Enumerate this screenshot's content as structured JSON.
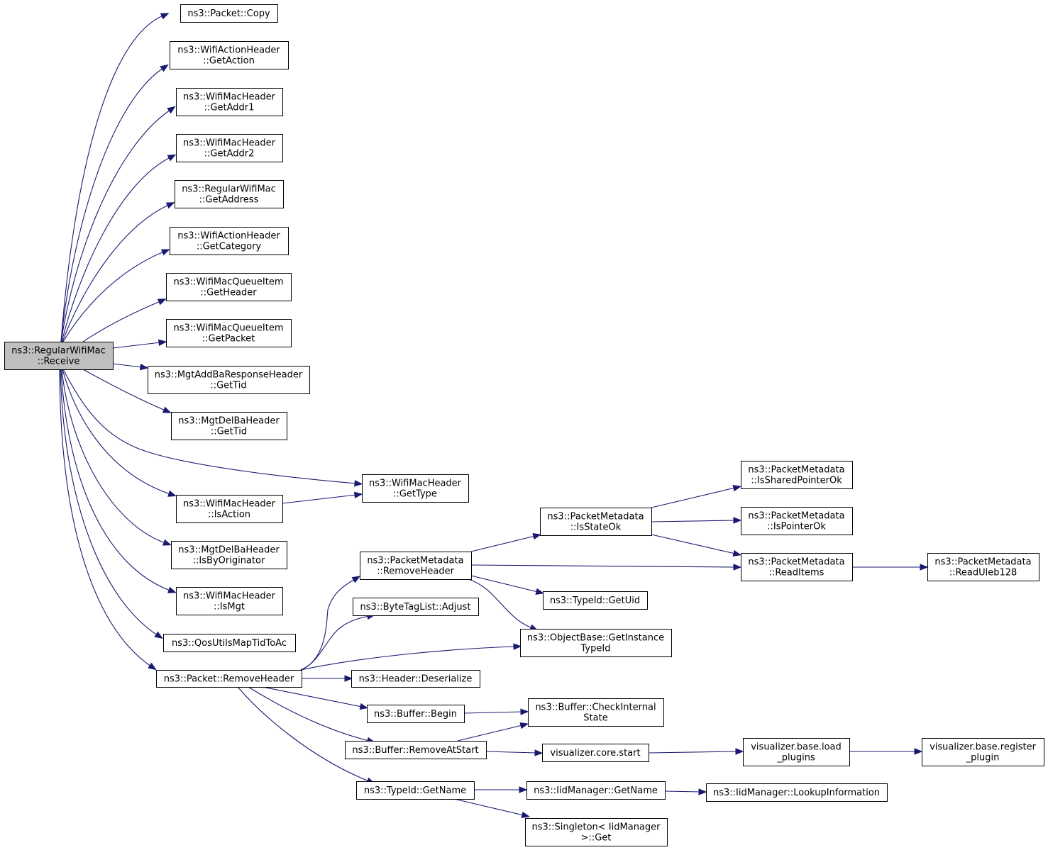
{
  "graph": {
    "edge_color": "#191970",
    "root_fill": "#bfbfbf",
    "nodes": [
      {
        "id": "receive",
        "lines": [
          "ns3::RegularWifiMac",
          "::Receive"
        ],
        "root": true
      },
      {
        "id": "copy",
        "lines": [
          "ns3::Packet::Copy"
        ]
      },
      {
        "id": "getaction",
        "lines": [
          "ns3::WifiActionHeader",
          "::GetAction"
        ]
      },
      {
        "id": "getaddr1",
        "lines": [
          "ns3::WifiMacHeader",
          "::GetAddr1"
        ]
      },
      {
        "id": "getaddr2",
        "lines": [
          "ns3::WifiMacHeader",
          "::GetAddr2"
        ]
      },
      {
        "id": "getaddress",
        "lines": [
          "ns3::RegularWifiMac",
          "::GetAddress"
        ]
      },
      {
        "id": "getcategory",
        "lines": [
          "ns3::WifiActionHeader",
          "::GetCategory"
        ]
      },
      {
        "id": "getheader",
        "lines": [
          "ns3::WifiMacQueueItem",
          "::GetHeader"
        ]
      },
      {
        "id": "getpacket",
        "lines": [
          "ns3::WifiMacQueueItem",
          "::GetPacket"
        ]
      },
      {
        "id": "gettid_resp",
        "lines": [
          "ns3::MgtAddBaResponseHeader",
          "::GetTid"
        ]
      },
      {
        "id": "gettid_del",
        "lines": [
          "ns3::MgtDelBaHeader",
          "::GetTid"
        ]
      },
      {
        "id": "gettype",
        "lines": [
          "ns3::WifiMacHeader",
          "::GetType"
        ]
      },
      {
        "id": "isaction",
        "lines": [
          "ns3::WifiMacHeader",
          "::IsAction"
        ]
      },
      {
        "id": "isbyoriginator",
        "lines": [
          "ns3::MgtDelBaHeader",
          "::IsByOriginator"
        ]
      },
      {
        "id": "ismgt",
        "lines": [
          "ns3::WifiMacHeader",
          "::IsMgt"
        ]
      },
      {
        "id": "qosmap",
        "lines": [
          "ns3::QosUtilsMapTidToAc"
        ]
      },
      {
        "id": "removeheader",
        "lines": [
          "ns3::Packet::RemoveHeader"
        ]
      },
      {
        "id": "pm_removeheader",
        "lines": [
          "ns3::PacketMetadata",
          "::RemoveHeader"
        ]
      },
      {
        "id": "adjust",
        "lines": [
          "ns3::ByteTagList::Adjust"
        ]
      },
      {
        "id": "getinstancetypeid",
        "lines": [
          "ns3::ObjectBase::GetInstance",
          "TypeId"
        ]
      },
      {
        "id": "deserialize",
        "lines": [
          "ns3::Header::Deserialize"
        ]
      },
      {
        "id": "begin",
        "lines": [
          "ns3::Buffer::Begin"
        ]
      },
      {
        "id": "checkinternal",
        "lines": [
          "ns3::Buffer::CheckInternal",
          "State"
        ]
      },
      {
        "id": "removeatstart",
        "lines": [
          "ns3::Buffer::RemoveAtStart"
        ]
      },
      {
        "id": "vcstart",
        "lines": [
          "visualizer.core.start"
        ]
      },
      {
        "id": "loadplugins",
        "lines": [
          "visualizer.base.load",
          "_plugins"
        ]
      },
      {
        "id": "registerplugin",
        "lines": [
          "visualizer.base.register",
          "_plugin"
        ]
      },
      {
        "id": "tid_getname",
        "lines": [
          "ns3::TypeId::GetName"
        ]
      },
      {
        "id": "iid_getname",
        "lines": [
          "ns3::IidManager::GetName"
        ]
      },
      {
        "id": "lookupinfo",
        "lines": [
          "ns3::IidManager::LookupInformation"
        ]
      },
      {
        "id": "singleton",
        "lines": [
          "ns3::Singleton< IidManager",
          ">::Get"
        ]
      },
      {
        "id": "isstateok",
        "lines": [
          "ns3::PacketMetadata",
          "::IsStateOk"
        ]
      },
      {
        "id": "getuid",
        "lines": [
          "ns3::TypeId::GetUid"
        ]
      },
      {
        "id": "issharedptr",
        "lines": [
          "ns3::PacketMetadata",
          "::IsSharedPointerOk"
        ]
      },
      {
        "id": "isptrok",
        "lines": [
          "ns3::PacketMetadata",
          "::IsPointerOk"
        ]
      },
      {
        "id": "readitems",
        "lines": [
          "ns3::PacketMetadata",
          "::ReadItems"
        ]
      },
      {
        "id": "readuleb",
        "lines": [
          "ns3::PacketMetadata",
          "::ReadUleb128"
        ]
      }
    ],
    "edges": [
      {
        "from": "receive",
        "to": "copy"
      },
      {
        "from": "receive",
        "to": "getaction"
      },
      {
        "from": "receive",
        "to": "getaddr1"
      },
      {
        "from": "receive",
        "to": "getaddr2"
      },
      {
        "from": "receive",
        "to": "getaddress"
      },
      {
        "from": "receive",
        "to": "getcategory"
      },
      {
        "from": "receive",
        "to": "getheader"
      },
      {
        "from": "receive",
        "to": "getpacket"
      },
      {
        "from": "receive",
        "to": "gettid_resp"
      },
      {
        "from": "receive",
        "to": "gettid_del"
      },
      {
        "from": "receive",
        "to": "gettype"
      },
      {
        "from": "receive",
        "to": "isaction"
      },
      {
        "from": "receive",
        "to": "isbyoriginator"
      },
      {
        "from": "receive",
        "to": "ismgt"
      },
      {
        "from": "receive",
        "to": "qosmap"
      },
      {
        "from": "receive",
        "to": "removeheader"
      },
      {
        "from": "isaction",
        "to": "gettype"
      },
      {
        "from": "removeheader",
        "to": "pm_removeheader"
      },
      {
        "from": "removeheader",
        "to": "adjust"
      },
      {
        "from": "removeheader",
        "to": "getinstancetypeid"
      },
      {
        "from": "removeheader",
        "to": "deserialize"
      },
      {
        "from": "removeheader",
        "to": "begin"
      },
      {
        "from": "removeheader",
        "to": "removeatstart"
      },
      {
        "from": "removeheader",
        "to": "tid_getname"
      },
      {
        "from": "pm_removeheader",
        "to": "isstateok"
      },
      {
        "from": "pm_removeheader",
        "to": "readitems"
      },
      {
        "from": "pm_removeheader",
        "to": "getuid"
      },
      {
        "from": "pm_removeheader",
        "to": "getinstancetypeid"
      },
      {
        "from": "isstateok",
        "to": "issharedptr"
      },
      {
        "from": "isstateok",
        "to": "isptrok"
      },
      {
        "from": "isstateok",
        "to": "readitems"
      },
      {
        "from": "readitems",
        "to": "readuleb"
      },
      {
        "from": "begin",
        "to": "checkinternal"
      },
      {
        "from": "removeatstart",
        "to": "checkinternal"
      },
      {
        "from": "removeatstart",
        "to": "vcstart"
      },
      {
        "from": "vcstart",
        "to": "loadplugins"
      },
      {
        "from": "loadplugins",
        "to": "registerplugin"
      },
      {
        "from": "tid_getname",
        "to": "iid_getname"
      },
      {
        "from": "tid_getname",
        "to": "singleton"
      },
      {
        "from": "iid_getname",
        "to": "lookupinfo"
      }
    ]
  }
}
